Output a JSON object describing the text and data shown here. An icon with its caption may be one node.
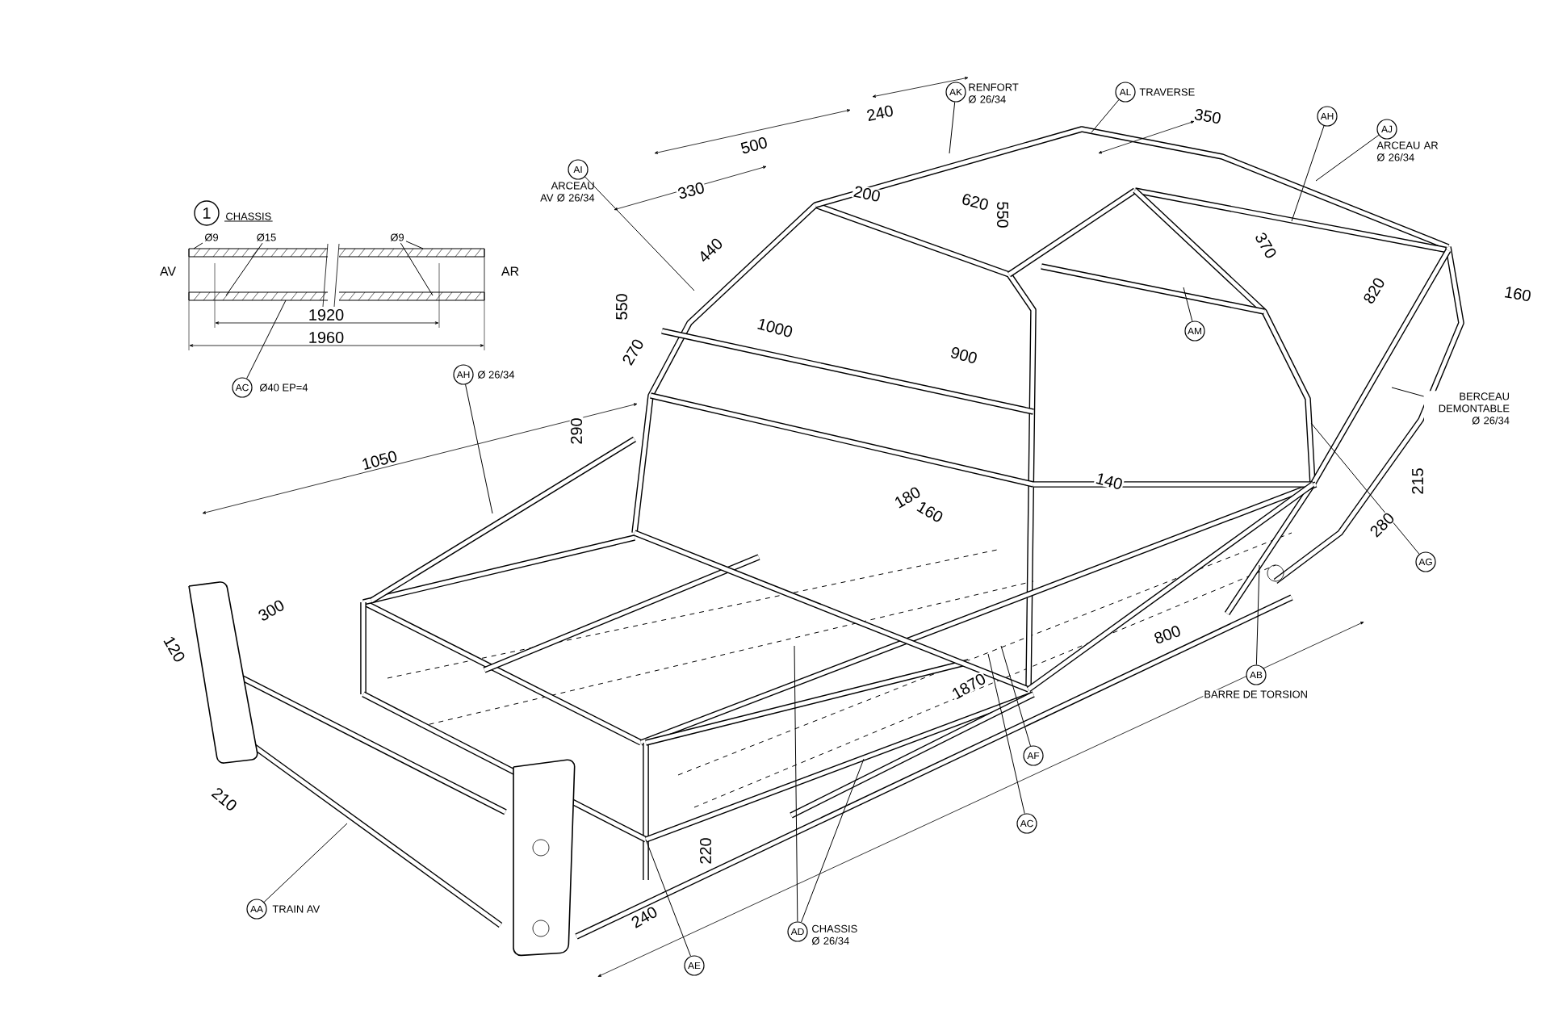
{
  "diagram": {
    "nodes": [
      {
        "text": [
          "1"
        ],
        "beside": [
          "CHASSIS"
        ]
      },
      {
        "text": [
          "Ø9"
        ]
      },
      {
        "text": [
          "Ø15"
        ]
      },
      {
        "text": [
          "Ø9"
        ]
      },
      {
        "text": [
          "AC"
        ],
        "beside": [
          "Ø40 EP=4"
        ]
      },
      {
        "text": [
          "AI"
        ],
        "beside": [
          "ARCEAU AV Ø 26/34"
        ]
      },
      {
        "text": [
          "AK"
        ],
        "beside": [
          "RENFORT Ø 26/34"
        ]
      },
      {
        "text": [
          "AL"
        ],
        "beside": [
          "TRAVERSE"
        ]
      },
      {
        "text": [
          "AH"
        ]
      },
      {
        "text": [
          "AJ"
        ],
        "beside": [
          "ARCEAU AR Ø 26/34"
        ]
      },
      {
        "text": [
          "AH"
        ],
        "beside": [
          "Ø 26/34"
        ]
      },
      {
        "text": [
          "AM"
        ]
      },
      {
        "text": [
          "BERCEAU DEMONTABLE Ø 26/34"
        ]
      },
      {
        "text": [
          "AG"
        ]
      },
      {
        "text": [
          "AB"
        ],
        "beside": [
          "BARRE DE TORSION"
        ]
      },
      {
        "text": [
          "AF"
        ]
      },
      {
        "text": [
          "AC"
        ]
      },
      {
        "text": [
          "AD"
        ],
        "beside": [
          "CHASSIS Ø 26/34"
        ]
      },
      {
        "text": [
          "AE"
        ]
      },
      {
        "text": [
          "AA"
        ],
        "beside": [
          "TRAIN AV"
        ]
      }
    ],
    "edges": [
      {
        "from": 1,
        "to": null,
        "arrow": "none"
      },
      {
        "from": 2,
        "to": null,
        "arrow": "none"
      },
      {
        "from": 3,
        "to": null,
        "arrow": "none"
      },
      {
        "from": 3,
        "to": null,
        "arrow": "none"
      },
      {
        "from": 4,
        "to": null,
        "arrow": "none"
      },
      {
        "from": 5,
        "to": null,
        "arrow": "none"
      },
      {
        "from": 6,
        "to": null,
        "arrow": "none"
      },
      {
        "from": 7,
        "to": null,
        "arrow": "none"
      },
      {
        "from": 8,
        "to": null,
        "arrow": "none"
      },
      {
        "from": 9,
        "to": null,
        "arrow": "none"
      },
      {
        "from": 10,
        "to": null,
        "arrow": "none"
      },
      {
        "from": 11,
        "to": null,
        "arrow": "none"
      },
      {
        "from": 12,
        "to": null,
        "arrow": "none"
      },
      {
        "from": 13,
        "to": null,
        "arrow": "none"
      },
      {
        "from": 14,
        "to": null,
        "arrow": "none"
      },
      {
        "from": 15,
        "to": null,
        "arrow": "none"
      },
      {
        "from": 16,
        "to": null,
        "arrow": "none"
      },
      {
        "from": 17,
        "to": null,
        "arrow": "none"
      },
      {
        "from": 17,
        "to": null,
        "arrow": "none"
      },
      {
        "from": 18,
        "to": null,
        "arrow": "none"
      },
      {
        "from": 19,
        "to": null,
        "arrow": "none"
      }
    ],
    "labels": [
      "240",
      "350",
      "500",
      "330",
      "200",
      "620",
      "550",
      "370",
      "820",
      "160",
      "AV",
      "AR",
      "440",
      "550",
      "270",
      "1000",
      "900",
      "1920",
      "1960",
      "290",
      "1050",
      "215",
      "140",
      "180",
      "160",
      "280",
      "300",
      "120",
      "800",
      "1870",
      "210",
      "220",
      "240"
    ]
  }
}
